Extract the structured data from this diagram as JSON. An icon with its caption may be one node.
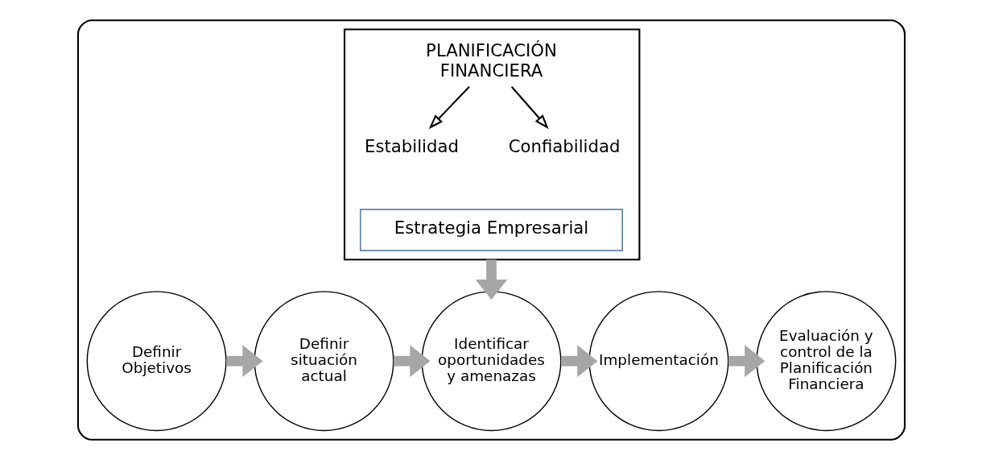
{
  "diagram": {
    "nodes": [
      {
        "text": [],
        "shape": "box"
      },
      {
        "text": [],
        "shape": "box",
        "in": 0
      },
      {
        "text": [
          "PLANIFICACIÓN FINANCIERA"
        ],
        "in": 1
      },
      {
        "text": [
          "Estabilidad"
        ],
        "in": 1
      },
      {
        "text": [
          "Confiabilidad"
        ],
        "in": 1
      },
      {
        "text": [
          "Estrategia Empresarial"
        ],
        "in": 1
      },
      {
        "text": [
          "Definir Objetivos"
        ],
        "in": 0
      },
      {
        "text": [
          "Definir situación actual"
        ],
        "in": 0
      },
      {
        "text": [
          "Identificar oportunidades y amenazas"
        ],
        "in": 0
      },
      {
        "text": [
          "Implementación"
        ],
        "in": 0
      },
      {
        "text": [
          "Evaluación y control de la Planificación Financiera"
        ],
        "in": 0
      }
    ],
    "edges": [
      {
        "from": 2,
        "to": 3,
        "arrow": "to",
        "color": "#000000"
      },
      {
        "from": 2,
        "to": 4,
        "arrow": "to",
        "color": "#000000"
      },
      {
        "from": 1,
        "to": 8,
        "arrow": "to"
      },
      {
        "from": 6,
        "to": 7,
        "arrow": "to"
      },
      {
        "from": 7,
        "to": 8,
        "arrow": "to"
      },
      {
        "from": 8,
        "to": 9,
        "arrow": "to"
      },
      {
        "from": 9,
        "to": 10,
        "arrow": "to"
      }
    ]
  }
}
